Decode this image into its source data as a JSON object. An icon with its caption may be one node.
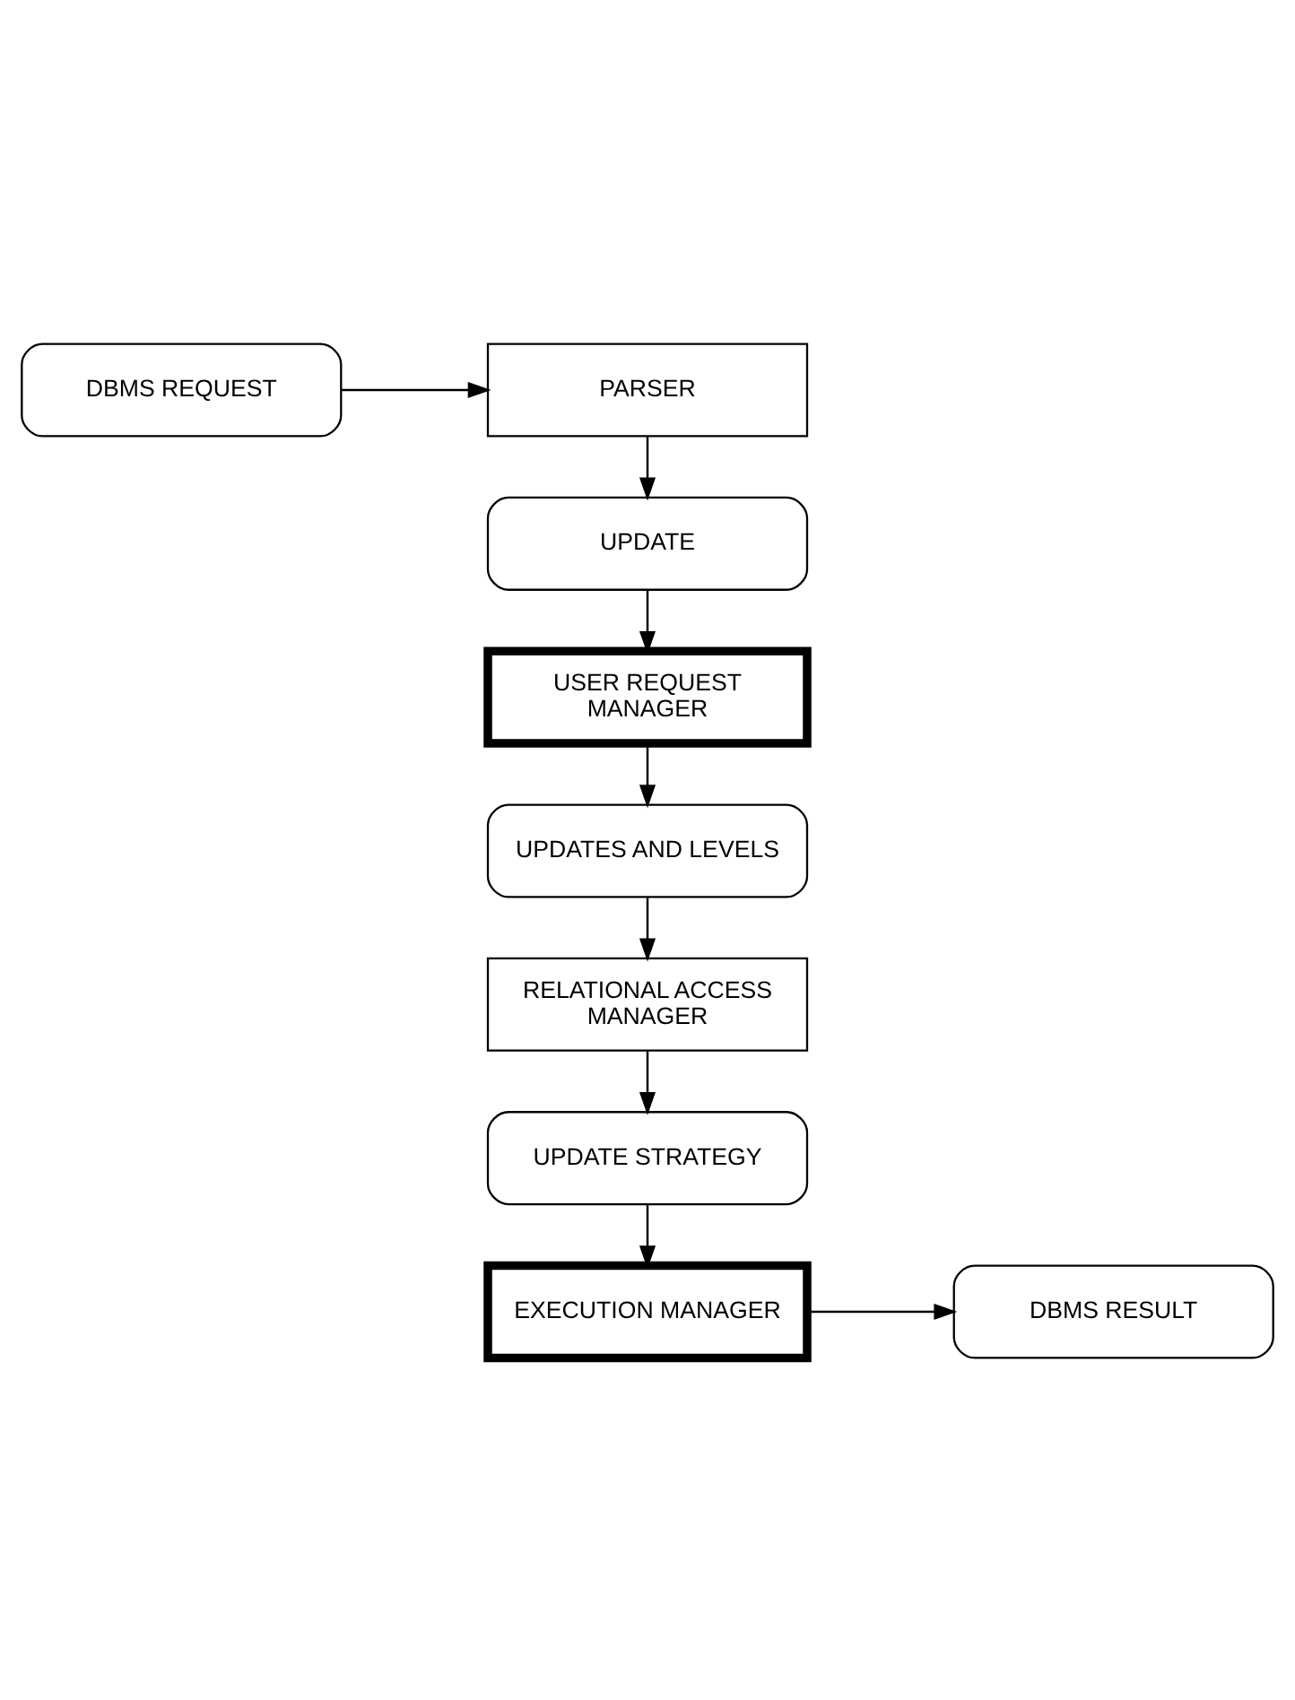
{
  "diagram": {
    "nodes": [
      {
        "text": [
          "DBMS REQUEST"
        ]
      },
      {
        "text": [
          "PARSER"
        ]
      },
      {
        "text": [
          "UPDATE"
        ]
      },
      {
        "text": [
          "USER REQUEST MANAGER"
        ]
      },
      {
        "text": [
          "UPDATES AND LEVELS"
        ]
      },
      {
        "text": [
          "RELATIONAL ACCESS MANAGER"
        ]
      },
      {
        "text": [
          "UPDATE STRATEGY"
        ]
      },
      {
        "text": [
          "EXECUTION MANAGER"
        ]
      },
      {
        "text": [
          "DBMS RESULT"
        ]
      }
    ],
    "edges": [
      {
        "from": 0,
        "to": 1,
        "arrow": "to"
      },
      {
        "from": 1,
        "to": 2,
        "arrow": "to"
      },
      {
        "from": 2,
        "to": 3,
        "arrow": "to"
      },
      {
        "from": 3,
        "to": 4,
        "arrow": "to"
      },
      {
        "from": 4,
        "to": 5,
        "arrow": "to"
      },
      {
        "from": 5,
        "to": 6,
        "arrow": "to"
      },
      {
        "from": 6,
        "to": 7,
        "arrow": "to"
      },
      {
        "from": 7,
        "to": 8,
        "arrow": "to"
      }
    ]
  }
}
